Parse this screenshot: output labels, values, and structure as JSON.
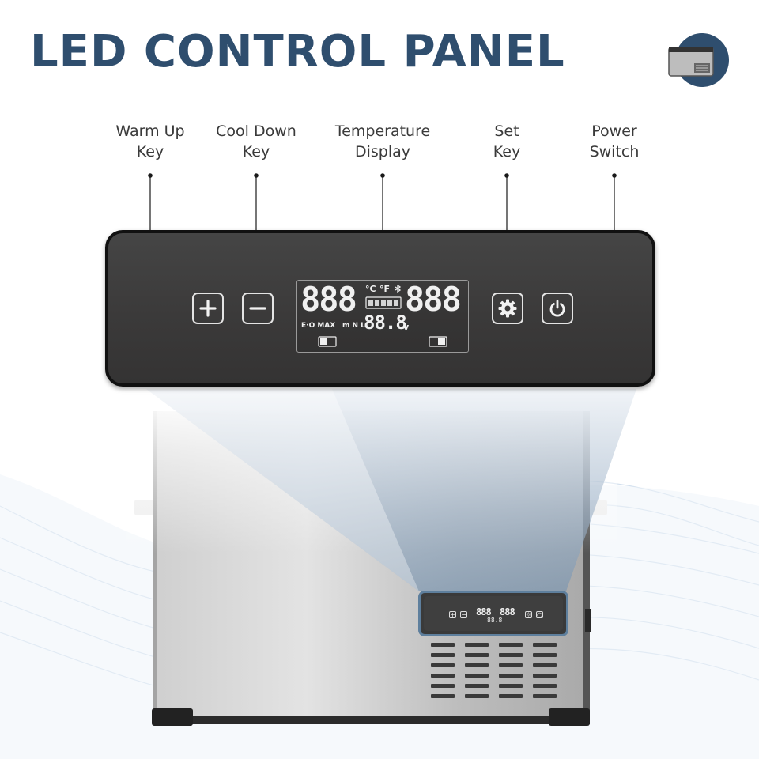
{
  "title": "LED CONTROL PANEL",
  "labels": {
    "warm_up": [
      "Warm Up",
      "Key"
    ],
    "cool_down": [
      "Cool Down",
      "Key"
    ],
    "temperature_display": [
      "Temperature",
      "Display"
    ],
    "set": [
      "Set",
      "Key"
    ],
    "power": [
      "Power",
      "Switch"
    ]
  },
  "display": {
    "left_digits": "888",
    "right_digits": "888",
    "celsius": "°C",
    "fahrenheit": "°F",
    "bottom_left_indicators": "E·O MAX",
    "bottom_mid_indicators": "m N L",
    "small_digits": "88.8",
    "volt_unit": "v"
  },
  "mini_display": {
    "digits": "888",
    "digits_right": "888",
    "sub": "88.8"
  },
  "colors": {
    "title": "#2f4e6e",
    "panel": "#3d3c3c",
    "accent": "#5e7f9d",
    "line": "#1a1a1a"
  },
  "icons": [
    "plus-icon",
    "minus-icon",
    "gear-icon",
    "power-icon"
  ]
}
